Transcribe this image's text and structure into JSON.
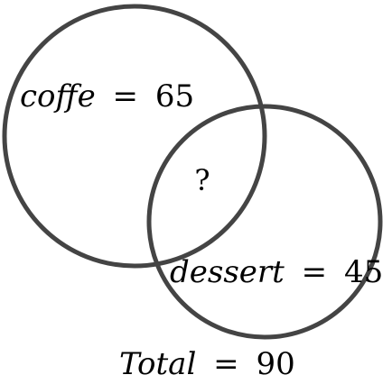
{
  "diagram": {
    "sets": [
      {
        "name": "coffe",
        "value": "65"
      },
      {
        "name": "dessert",
        "value": "45"
      }
    ],
    "intersection": "?",
    "total": {
      "name": "Total",
      "value": "90"
    },
    "operator": "=",
    "stroke_color": "#444444"
  }
}
